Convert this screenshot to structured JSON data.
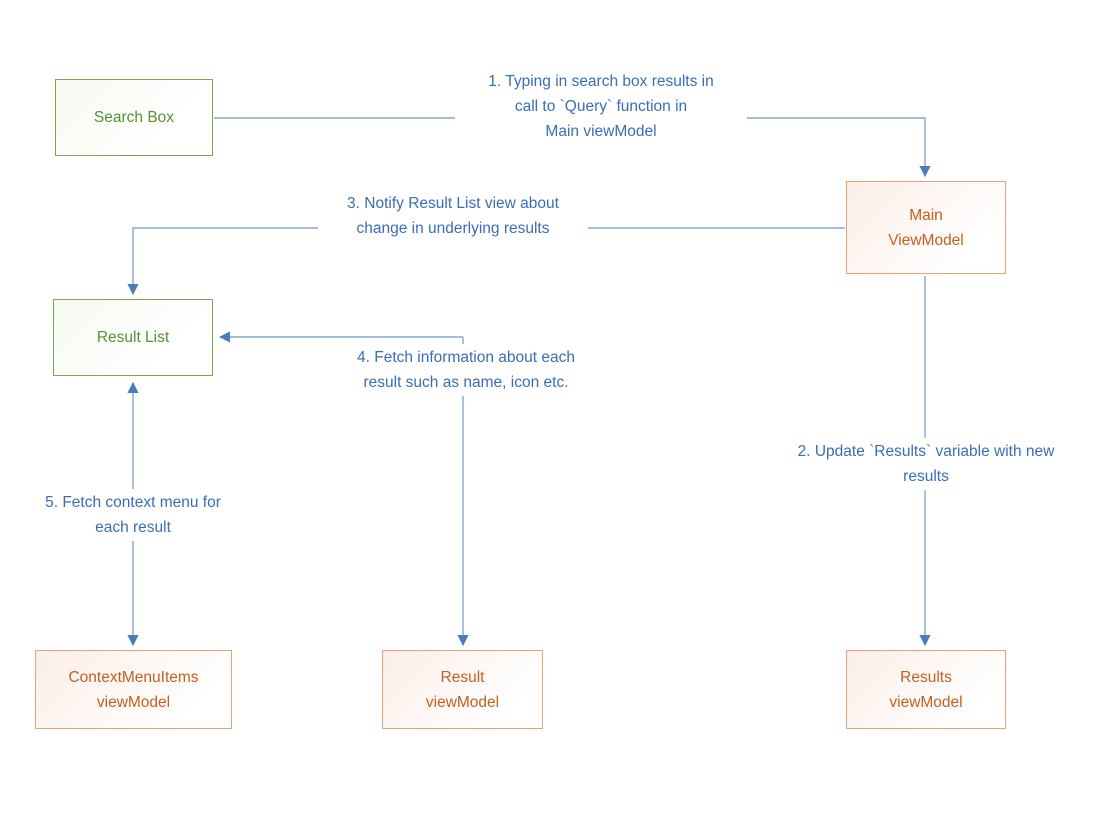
{
  "diagram": {
    "title": "MVVM search flow diagram",
    "nodes": {
      "search_box": {
        "label": "Search Box",
        "kind": "view"
      },
      "main_viewmodel": {
        "label": "Main\nViewModel",
        "kind": "viewmodel"
      },
      "result_list": {
        "label": "Result List",
        "kind": "view"
      },
      "contextmenuitems": {
        "label": "ContextMenuItems\nviewModel",
        "kind": "viewmodel"
      },
      "result_viewmodel": {
        "label": "Result\nviewModel",
        "kind": "viewmodel"
      },
      "results_viewmodel": {
        "label": "Results\nviewModel",
        "kind": "viewmodel"
      }
    },
    "steps": {
      "step1": {
        "text": "1. Typing in search box results in\ncall to `Query` function in\nMain viewModel"
      },
      "step2": {
        "text": "2. Update `Results` variable with new\nresults"
      },
      "step3": {
        "text": "3. Notify Result List view about\nchange in underlying results"
      },
      "step4": {
        "text": "4. Fetch information about each\nresult such as name, icon etc."
      },
      "step5": {
        "text": "5. Fetch context menu for\neach result"
      }
    },
    "colors": {
      "green_border": "#7FA848",
      "green_text": "#569335",
      "orange_border": "#EBA177",
      "orange_text": "#C45F1E",
      "arrow": "#8AA5CE",
      "arrowhead": "#4C7CBE",
      "label_text": "#3B6DB5"
    }
  }
}
